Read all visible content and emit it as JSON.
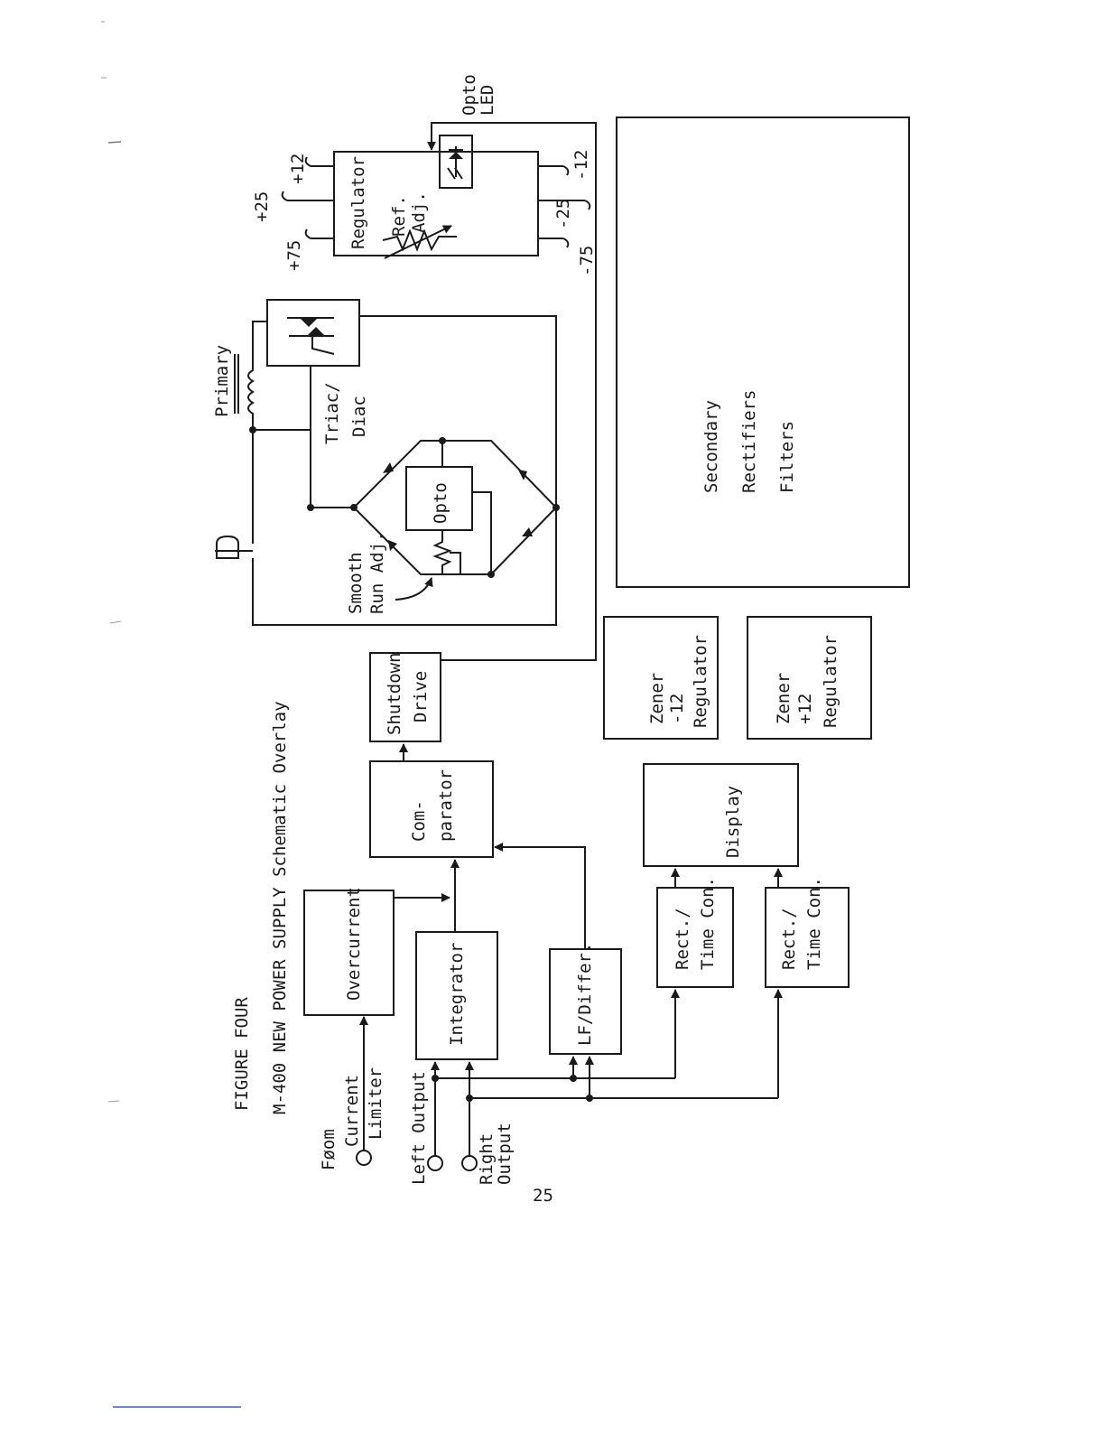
{
  "figure": {
    "label": "FIGURE FOUR",
    "title": "M-400 NEW POWER SUPPLY Schematic Overlay"
  },
  "page_number": "25",
  "inputs": {
    "foom_l1": "Føom",
    "foom_l2": "Current",
    "foom_l3": "Limiter",
    "left_output": "Left Output",
    "right_l1": "Right",
    "right_l2": "Output"
  },
  "blocks": {
    "overcurrent": "Overcurrent",
    "integrator": "Integrator",
    "lf_differ": "LF/Differ.",
    "comparator_l1": "Com-",
    "comparator_l2": "parator",
    "shutdown_l1": "Shutdown",
    "shutdown_l2": "Drive",
    "rect1_l1": "Rect./",
    "rect1_l2": "Time Con.",
    "rect2_l1": "Rect./",
    "rect2_l2": "Time Con.",
    "display": "Display",
    "zener_neg_l1": "Zener",
    "zener_neg_l2": "-12",
    "zener_neg_l3": "Regulator",
    "zener_pos_l1": "Zener",
    "zener_pos_l2": "+12",
    "zener_pos_l3": "Regulator",
    "secondary_l1": "Secondary",
    "secondary_l2": "Rectifiers",
    "secondary_l3": "Filters",
    "opto": "Opto",
    "triac_l1": "Triac/",
    "triac_l2": "Diac",
    "primary": "Primary",
    "smooth_l1": "Smooth",
    "smooth_l2": "Run Adj.",
    "regulator": "Regulator",
    "ref_l1": "Ref.",
    "ref_l2": "Adj.",
    "opto_led_l1": "Opto",
    "opto_led_l2": "LED"
  },
  "rails": {
    "p75": "+75",
    "p25": "+25",
    "p12": "+12",
    "n75": "-75",
    "n25": "-25",
    "n12": "-12"
  },
  "colors": {
    "ink": "#1a1a1a",
    "footer_rule": "#3b5bdb"
  }
}
